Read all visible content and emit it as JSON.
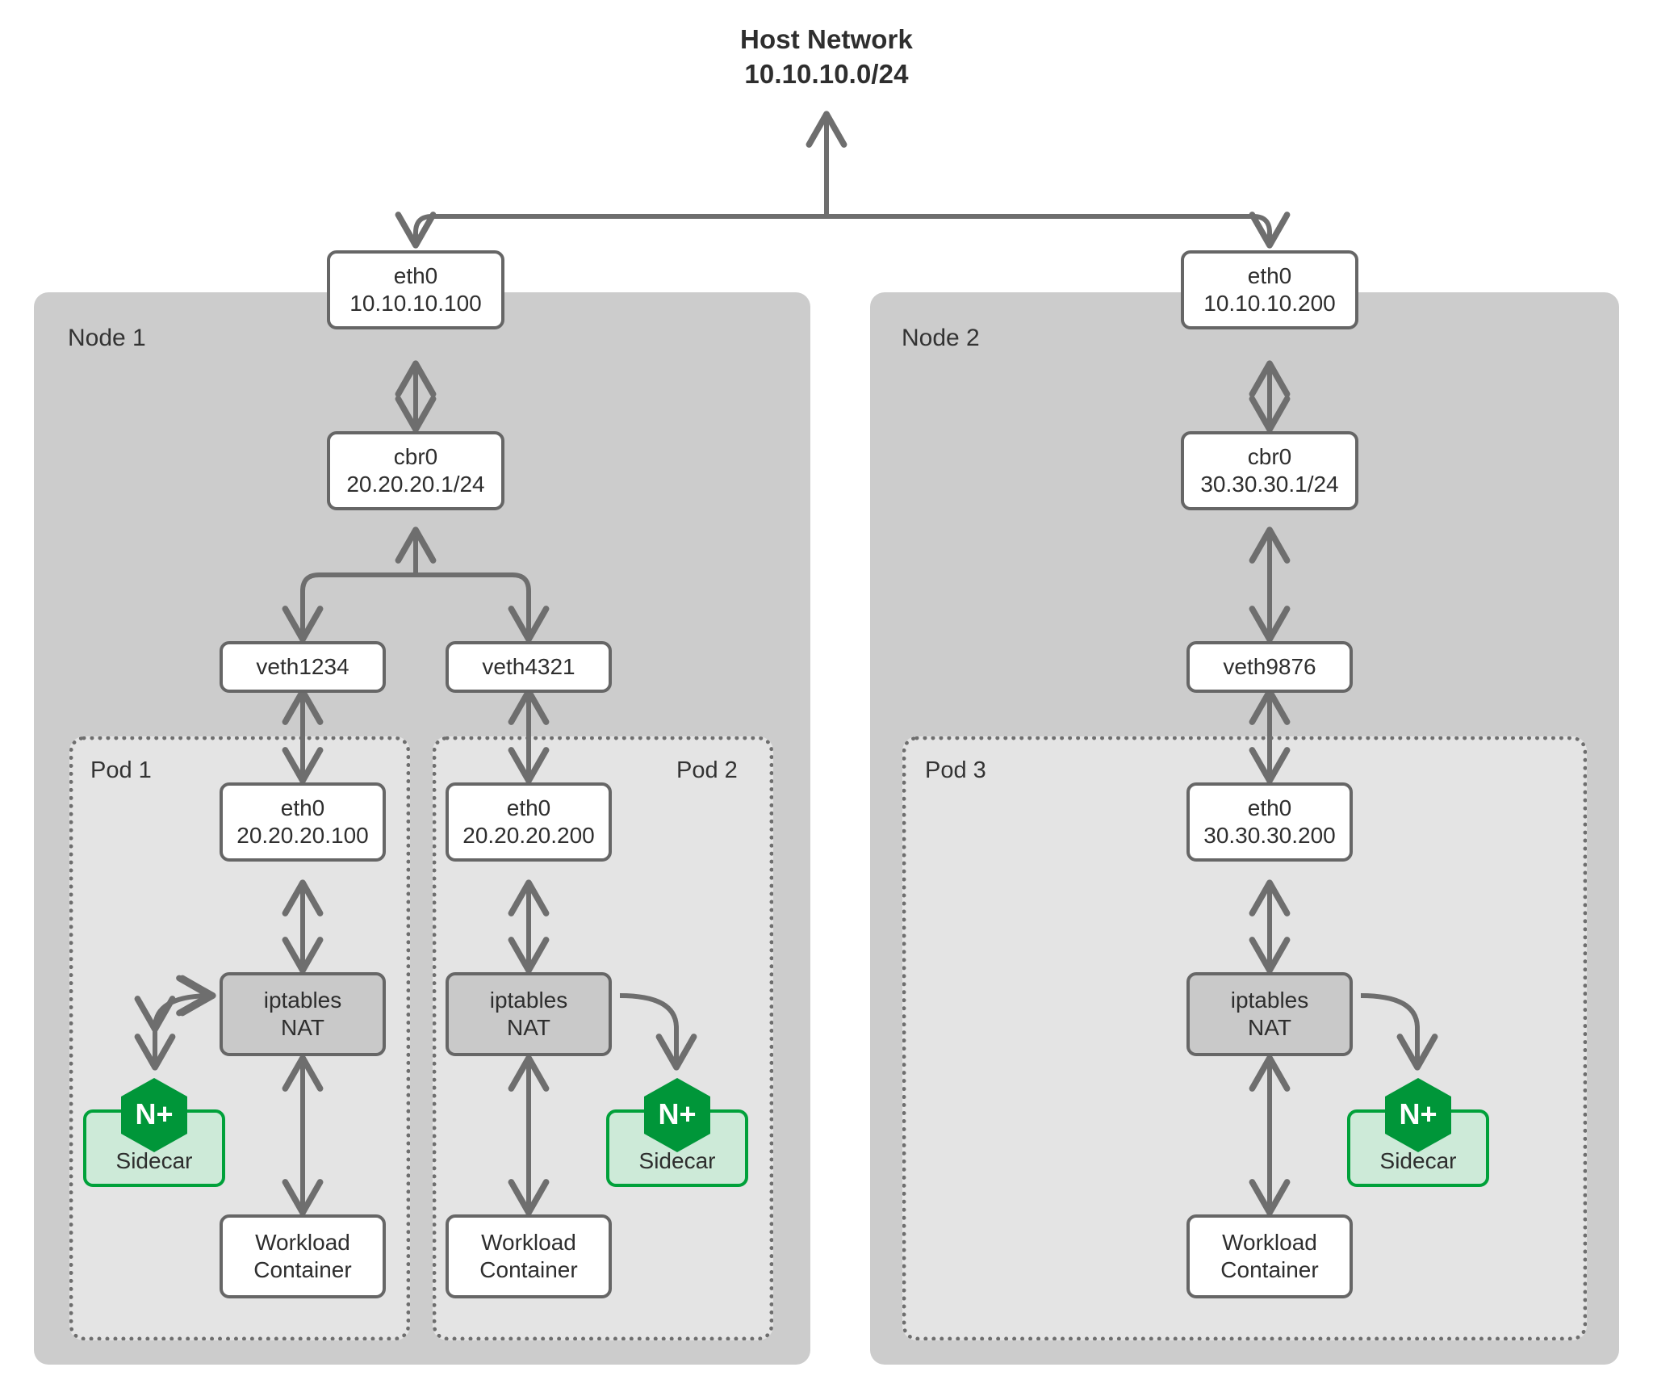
{
  "diagram": {
    "title_line1": "Host Network",
    "title_line2": "10.10.10.0/24",
    "colors": {
      "node_panel": "#cccccc",
      "pod_panel": "#e4e4e4",
      "box_border": "#666666",
      "box_fill": "#ffffff",
      "nat_fill": "#c9c9c9",
      "sidecar_fill": "#cdead8",
      "sidecar_border": "#00a13a",
      "nginx_green": "#009639",
      "edge_stroke": "#6e6e6e",
      "text": "#2e2e2e"
    },
    "nodes": [
      {
        "label": "Node 1",
        "eth0": {
          "name": "eth0",
          "ip": "10.10.10.100"
        },
        "bridge": {
          "name": "cbr0",
          "ip": "20.20.20.1/24"
        },
        "veths": [
          "veth1234",
          "veth4321"
        ],
        "pods": [
          {
            "label": "Pod 1",
            "eth0": {
              "name": "eth0",
              "ip": "20.20.20.100"
            },
            "nat": {
              "line1": "iptables",
              "line2": "NAT"
            },
            "sidecar": {
              "label": "Sidecar",
              "badge": "N+"
            },
            "workload": {
              "line1": "Workload",
              "line2": "Container"
            }
          },
          {
            "label": "Pod 2",
            "eth0": {
              "name": "eth0",
              "ip": "20.20.20.200"
            },
            "nat": {
              "line1": "iptables",
              "line2": "NAT"
            },
            "sidecar": {
              "label": "Sidecar",
              "badge": "N+"
            },
            "workload": {
              "line1": "Workload",
              "line2": "Container"
            }
          }
        ]
      },
      {
        "label": "Node 2",
        "eth0": {
          "name": "eth0",
          "ip": "10.10.10.200"
        },
        "bridge": {
          "name": "cbr0",
          "ip": "30.30.30.1/24"
        },
        "veths": [
          "veth9876"
        ],
        "pods": [
          {
            "label": "Pod 3",
            "eth0": {
              "name": "eth0",
              "ip": "30.30.30.200"
            },
            "nat": {
              "line1": "iptables",
              "line2": "NAT"
            },
            "sidecar": {
              "label": "Sidecar",
              "badge": "N+"
            },
            "workload": {
              "line1": "Workload",
              "line2": "Container"
            }
          }
        ]
      }
    ]
  }
}
